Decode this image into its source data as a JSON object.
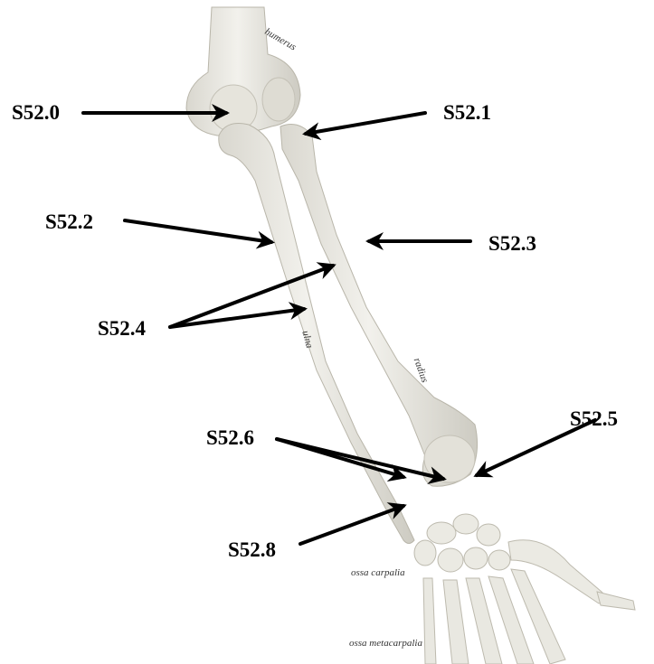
{
  "codes": {
    "s520": "S52.0",
    "s521": "S52.1",
    "s522": "S52.2",
    "s523": "S52.3",
    "s524": "S52.4",
    "s525": "S52.5",
    "s526": "S52.6",
    "s528": "S52.8"
  },
  "bones": {
    "humerus": "humerus",
    "ulna": "ulna",
    "radius": "radius",
    "carpals": "ossa carpalia",
    "metacarpals": "ossa metacarpalia"
  },
  "colors": {
    "bone_fill": "#ecebe4",
    "bone_shade": "#cfcdc3",
    "bone_outline": "#b9b6aa",
    "arrow": "#000000",
    "background": "#ffffff"
  }
}
